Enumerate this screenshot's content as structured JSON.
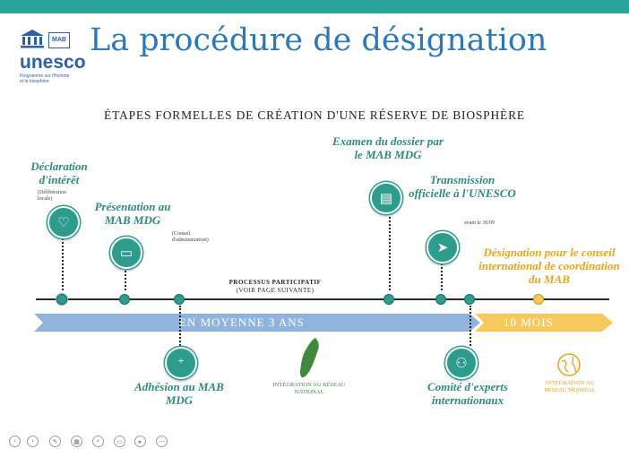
{
  "header": {
    "title": "La procédure de désignation",
    "logo": {
      "name": "unesco",
      "subtitle": "Programme sur l'Homme et la biosphère",
      "badge": "MAB"
    }
  },
  "subtitle": "ÉTAPES FORMELLES DE CRÉATION D'UNE RÉSERVE DE BIOSPHÈRE",
  "steps": [
    {
      "label": "Déclaration d'intérêt",
      "note": "(Délibération locale)",
      "icon": "heart-hand-icon"
    },
    {
      "label": "Présentation au MAB MDG",
      "note": "(Conseil d'administration)",
      "icon": "presentation-board-icon"
    },
    {
      "label": "Adhésion au MAB MDG",
      "icon": "add-user-icon"
    },
    {
      "label": "Examen du dossier par le MAB MDG",
      "icon": "document-search-icon"
    },
    {
      "label": "Transmission officielle à l'UNESCO",
      "note": "avant le 30/09",
      "icon": "paper-plane-icon"
    },
    {
      "label": "Comité d'experts internationaux",
      "icon": "experts-meeting-icon"
    },
    {
      "label": "Désignation pour le conseil international de coordination du MAB"
    }
  ],
  "process": {
    "line1": "PROCESSUS PARTICIPATIF",
    "line2": "(VOIR PAGE SUIVANTE)"
  },
  "arrows": {
    "blue_label": "EN MOYENNE 3 ANS",
    "yellow_label": "10 MOIS"
  },
  "networks": {
    "national": "INTÉGRATION AU RÉSEAU NATIONAL",
    "world": "INTÉGRATION AU RÉSEAU MONDIAL"
  },
  "colors": {
    "teal": "#2e9c8d",
    "title_blue": "#2d78b8",
    "arrow_blue": "#8fb3dd",
    "arrow_yellow": "#f7c85b",
    "gold_text": "#e8a51c"
  }
}
